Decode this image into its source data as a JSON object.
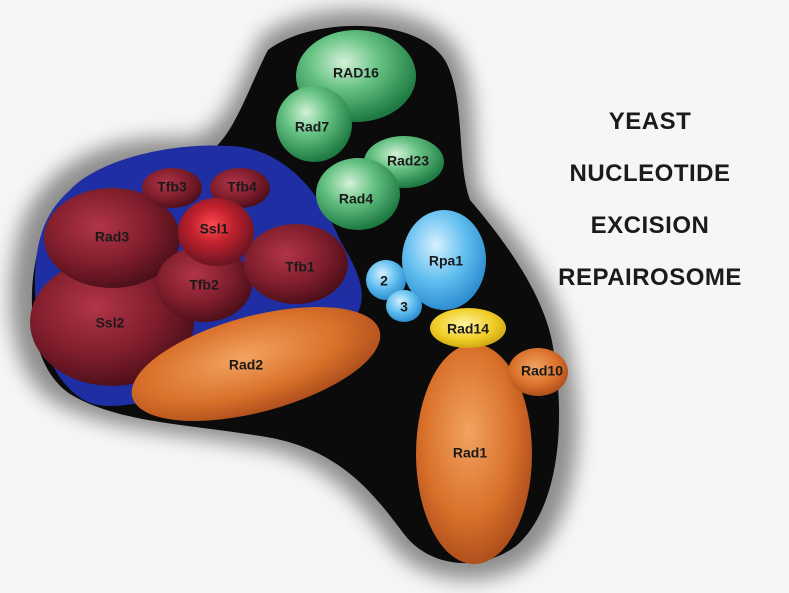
{
  "title_lines": [
    "YEAST",
    "NUCLEOTIDE",
    "EXCISION",
    "REPAIROSOME"
  ],
  "proteins": {
    "rad16": "RAD16",
    "rad7": "Rad7",
    "rad23": "Rad23",
    "rad4": "Rad4",
    "tfb3": "Tfb3",
    "tfb4": "Tfb4",
    "rad3": "Rad3",
    "ssl1": "Ssl1",
    "tfb1": "Tfb1",
    "tfb2": "Tfb2",
    "ssl2": "Ssl2",
    "rad2": "Rad2",
    "rpa1": "Rpa1",
    "rpa2": "2",
    "rpa3": "3",
    "rad14": "Rad14",
    "rad10": "Rad10",
    "rad1": "Rad1"
  },
  "colors": {
    "background": "#f7f6f4",
    "halo": "#8d8d8d",
    "complex_body": "#0b0b0b",
    "tfiih_outline": "#1f2fa3",
    "tfiih_subunits": "#7e1d2b",
    "rad7_rad16_rad4_rad23": "#2f9a58",
    "rpa": "#4fb4ec",
    "rad14": "#e6c21c",
    "rad1_rad10_rad2": "#d36a24"
  }
}
